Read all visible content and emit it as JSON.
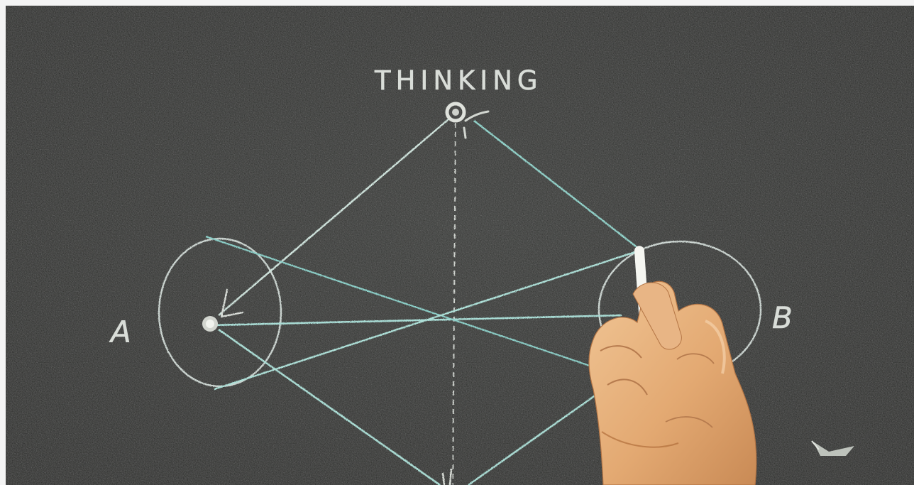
{
  "board": {
    "title": "THINKING",
    "left_label": "A",
    "right_label": "B"
  },
  "colors": {
    "board": "#2a2b29",
    "chalk_white": "#d9ddd8",
    "chalk_teal": "#8ccfc8",
    "skin": "#e6b07d"
  },
  "icons": {
    "hand": "hand-holding-chalk-icon",
    "eraser": "chalk-eraser-icon"
  }
}
